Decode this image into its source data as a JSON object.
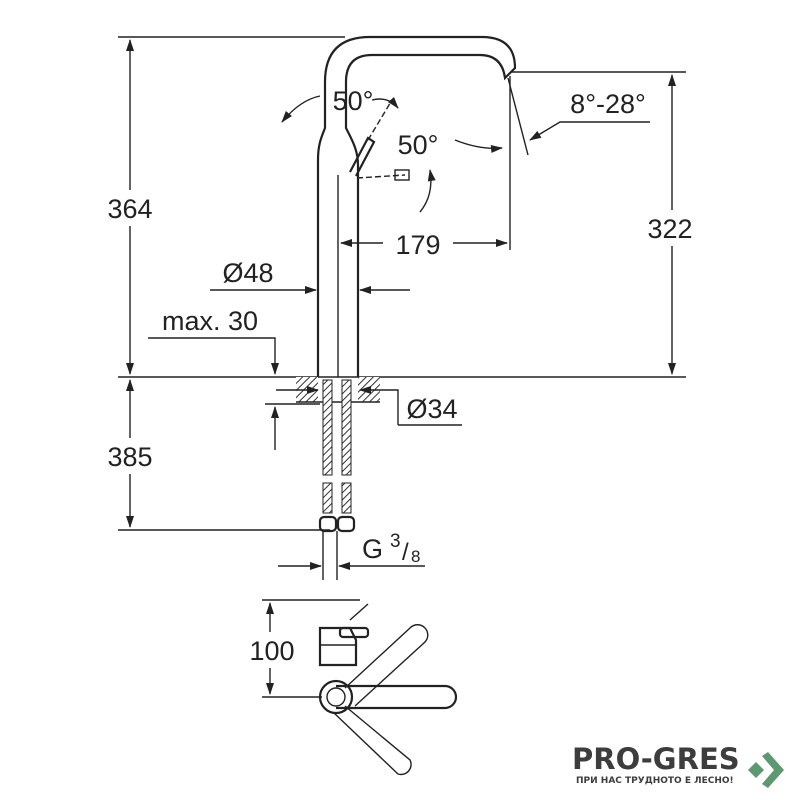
{
  "dimensions": {
    "total_height": "364",
    "spout_height": "322",
    "below_deck": "385",
    "handle_angle_top": "50°",
    "handle_angle_side": "50°",
    "spout_tilt": "8°-28°",
    "spout_reach": "179",
    "body_diameter": "Ø48",
    "max_deck": "max. 30",
    "hole_diameter": "Ø34",
    "thread_prefix": "G",
    "thread_num": "3",
    "thread_den": "8",
    "top_view_depth": "100"
  },
  "logo": {
    "name": "PRO-GRES",
    "tagline": "ПРИ НАС ТРУДНОТО Е ЛЕСНО!",
    "accent": "#5a9a6e"
  }
}
